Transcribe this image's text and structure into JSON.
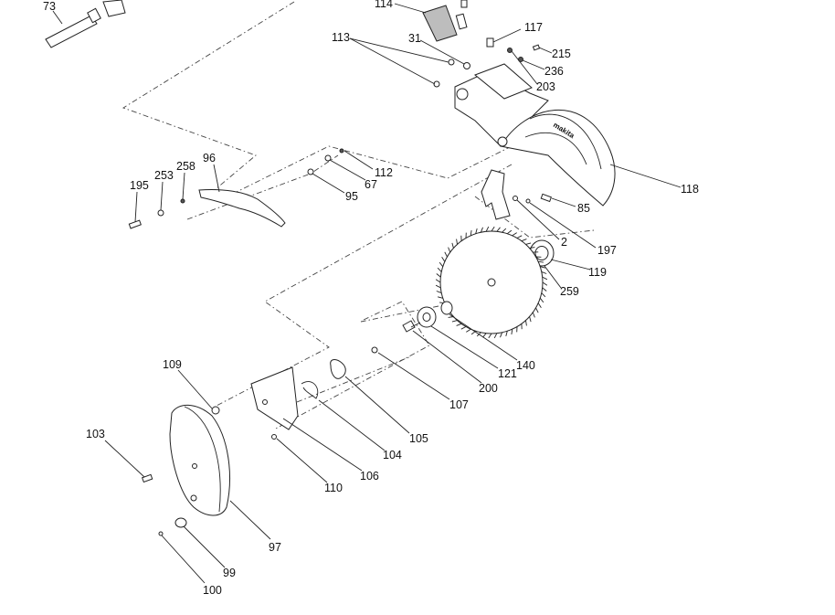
{
  "diagram": {
    "callouts": [
      "73",
      "114",
      "117",
      "113",
      "31",
      "215",
      "236",
      "203",
      "118",
      "96",
      "258",
      "253",
      "195",
      "112",
      "67",
      "95",
      "85",
      "197",
      "2",
      "119",
      "259",
      "140",
      "121",
      "200",
      "107",
      "109",
      "105",
      "104",
      "106",
      "110",
      "103",
      "97",
      "99",
      "100"
    ]
  }
}
